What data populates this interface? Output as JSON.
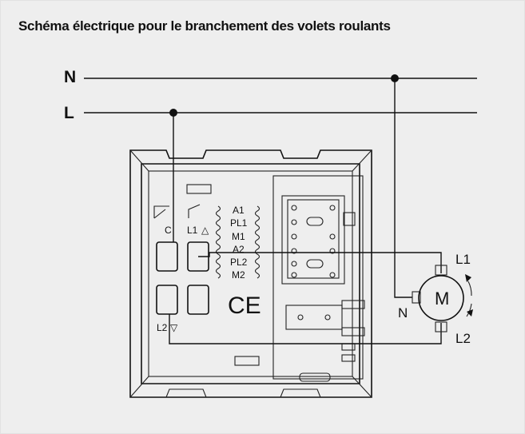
{
  "title": "Schéma électrique pour le branchement des volets roulants",
  "lines": {
    "neutral": "N",
    "live": "L"
  },
  "terminals": [
    "A1",
    "PL1",
    "M1",
    "A2",
    "PL2",
    "M2"
  ],
  "switches": {
    "common": "C",
    "up": "L1",
    "down": "L2"
  },
  "certification": "CE",
  "motor": {
    "symbol": "M",
    "up": "L1",
    "down": "L2",
    "neutral": "N"
  },
  "symbols": {
    "up_arrow": "△",
    "down_arrow": "▽"
  }
}
